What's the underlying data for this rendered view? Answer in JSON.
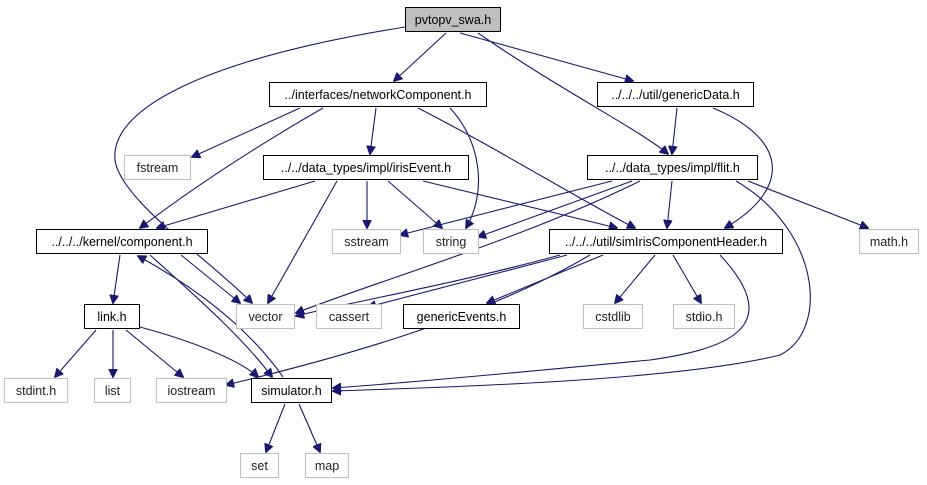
{
  "graph": {
    "nodes": {
      "root": "pvtopv_swa.h",
      "networkComponent": "../interfaces/networkComponent.h",
      "genericData": "../../../util/genericData.h",
      "fstream": "fstream",
      "irisEvent": "../../data_types/impl/irisEvent.h",
      "flit": "../../data_types/impl/flit.h",
      "component": "../../../kernel/component.h",
      "sstream": "sstream",
      "string": "string",
      "simIris": "../../../util/simIrisComponentHeader.h",
      "math": "math.h",
      "link": "link.h",
      "vector": "vector",
      "cassert": "cassert",
      "genericEvents": "genericEvents.h",
      "cstdlib": "cstdlib",
      "stdio": "stdio.h",
      "stdint": "stdint.h",
      "list": "list",
      "iostream": "iostream",
      "simulator": "simulator.h",
      "set": "set",
      "map": "map"
    }
  }
}
